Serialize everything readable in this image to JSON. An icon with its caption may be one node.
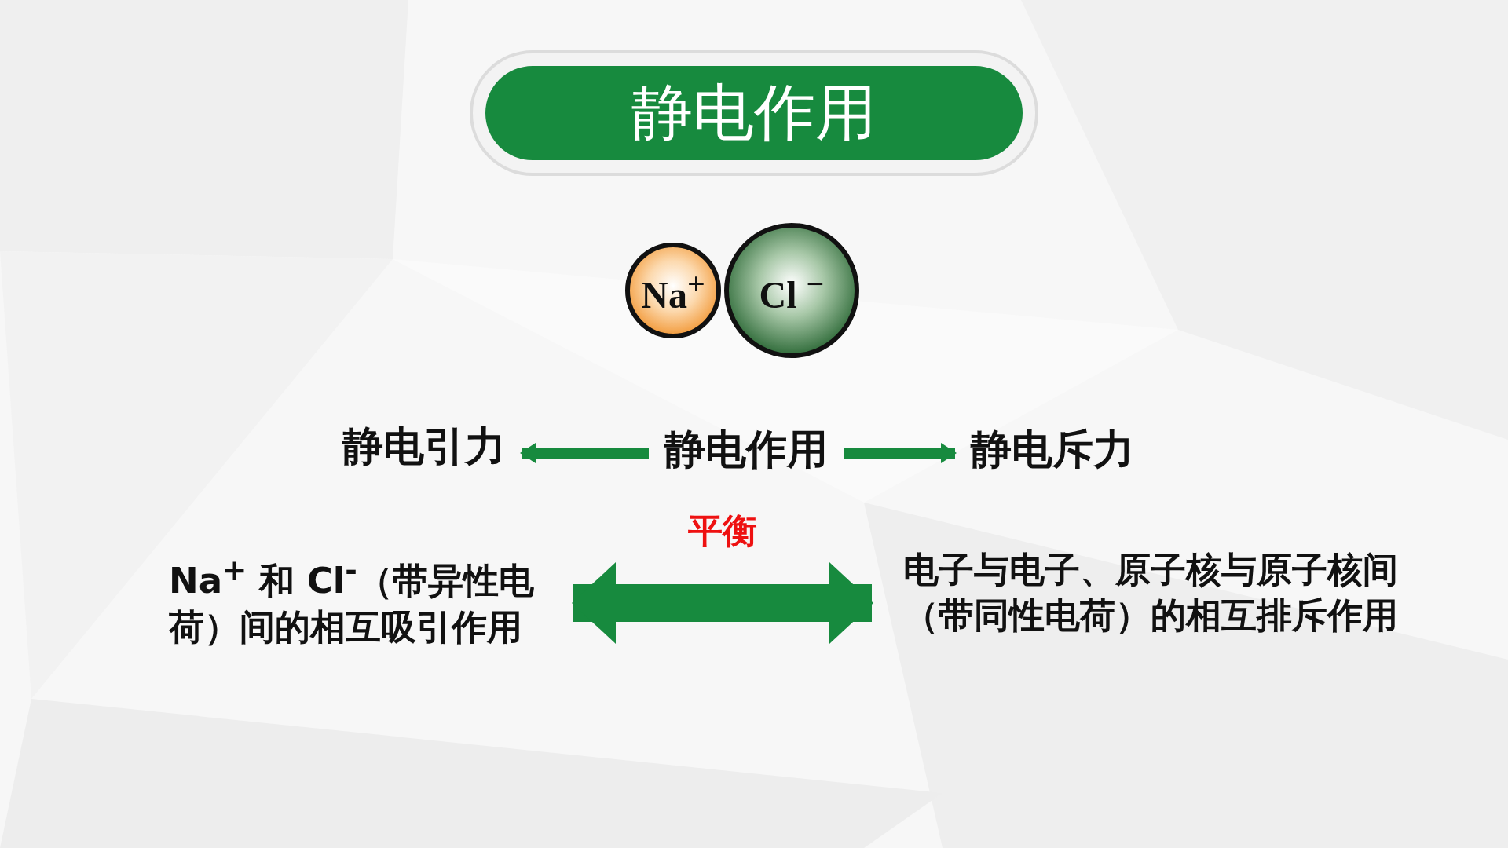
{
  "diagram": {
    "title": "静电作用",
    "nodes": [
      {
        "text": [
          "Na$^{+}$"
        ]
      },
      {
        "text": [
          "Cl $^{−}$"
        ]
      },
      {
        "text": [
          "静电引力"
        ]
      },
      {
        "text": [
          "静电作用"
        ]
      },
      {
        "text": [
          "静电斥力"
        ]
      },
      {
        "text": [
          "Na$^{+}$ 和 Cl$^{-}$（带异性电荷）间的**相互吸引**作用"
        ]
      },
      {
        "text": [
          "电子与电子、原子核与原子核间（带同性电荷）的**相互排斥**作用"
        ]
      }
    ],
    "edges": [
      {
        "from": 3,
        "to": 2,
        "arrow": "to"
      },
      {
        "from": 3,
        "to": 4,
        "arrow": "to"
      },
      {
        "from": 5,
        "to": 6,
        "arrow": "both",
        "label": "平衡",
        "style": "thick"
      }
    ]
  }
}
